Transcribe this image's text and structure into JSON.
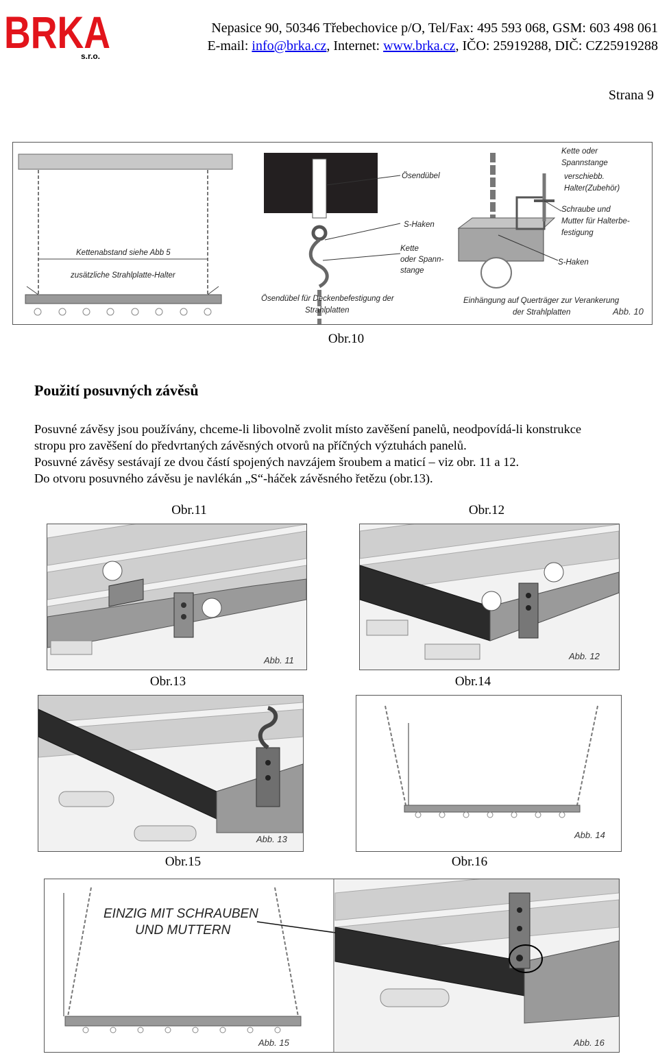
{
  "header": {
    "logo_text": "BRKA",
    "logo_sub": "s.r.o.",
    "line1": "Nepasice 90, 50346 Třebechovice p/O, Tel/Fax: 495 593 068,  GSM: 603 498 061",
    "email_label": "E-mail: ",
    "email": "info@brka.cz",
    "internet_label": ", Internet: ",
    "web": "www.brka.cz",
    "ico_dic": ", IČO: 25919288, DIČ: CZ25919288"
  },
  "page_number": "Strana 9",
  "figure10": {
    "caption": "Obr.10",
    "labels": {
      "kettenabstand": "Kettenabstand siehe Abb 5",
      "halter": "zusätzliche Strahlplatte-Halter",
      "oesenduebel": "Ösendübel",
      "shaken1": "S-Haken",
      "kette1": "Kette",
      "kette2": "oder Spann-",
      "kette3": "stange",
      "oesen_decke1": "Ösendübel für Deckenbefestigung der",
      "oesen_decke2": "Strahlplatten",
      "r_kette1": "Kette oder",
      "r_kette2": "Spannstange",
      "r_versch1": "verschiebb.",
      "r_versch2": "Halter(Zubehör)",
      "r_schraube1": "Schraube und",
      "r_schraube2": "Mutter für Halterbe-",
      "r_schraube3": "festigung",
      "r_shaken": "S-Haken",
      "einh1": "Einhängung auf Querträger zur Verankerung",
      "einh2": "der Strahlplatten",
      "abb": "Abb. 10"
    }
  },
  "section": {
    "title": "Použití posuvných závěsů",
    "lines": [
      "Posuvné závěsy jsou používány, chceme-li libovolně zvolit místo zavěšení panelů, neodpovídá-li konstrukce",
      "stropu pro zavěšení do předvrtaných závěsných otvorů na příčných výztuhách panelů.",
      "Posuvné závěsy sestávají ze dvou částí spojených navzájem šroubem a maticí – viz obr. 11 a 12.",
      "Do otvoru posuvného závěsu je navlékán „S“-háček závěsného řetězu (obr.13)."
    ]
  },
  "figures": {
    "obr11": {
      "caption": "Obr.11",
      "abb": "Abb. 11"
    },
    "obr12": {
      "caption": "Obr.12",
      "abb": "Abb. 12"
    },
    "obr13": {
      "caption": "Obr.13",
      "abb": "Abb. 13"
    },
    "obr14": {
      "caption": "Obr.14",
      "abb": "Abb. 14"
    },
    "obr15": {
      "caption": "Obr.15",
      "abb": "Abb. 15",
      "label1": "EINZIG MIT SCHRAUBEN",
      "label2": "UND MUTTERN"
    },
    "obr16": {
      "caption": "Obr.16",
      "abb": "Abb. 16"
    }
  }
}
